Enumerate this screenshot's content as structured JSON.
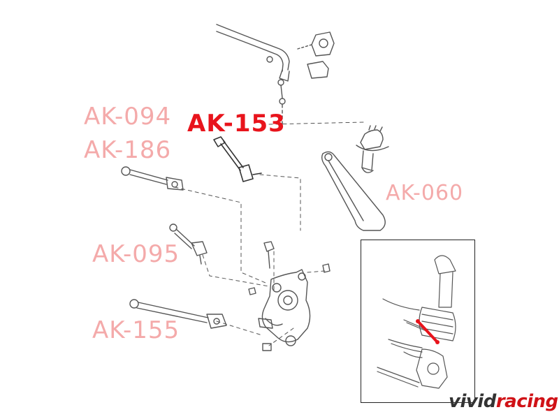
{
  "labels": {
    "ak094": "AK-094",
    "ak186": "AK-186",
    "ak153": "AK-153",
    "ak060": "AK-060",
    "ak095": "AK-095",
    "ak155": "AK-155"
  },
  "logo": {
    "text_main": "vivid",
    "text_accent": "racing"
  },
  "colors": {
    "highlight": "#e8141c",
    "faded_label": "#f4aaaa",
    "line_art": "#555555",
    "inset_border": "#222222"
  }
}
